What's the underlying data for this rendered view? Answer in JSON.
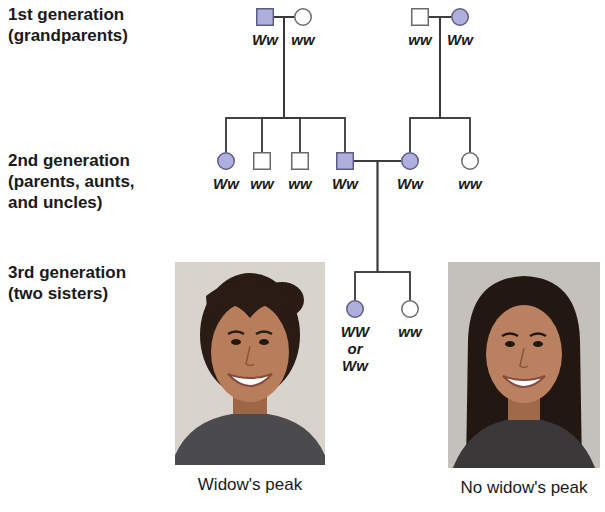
{
  "diagram": {
    "nodes": [
      {
        "text": [
          "Ww"
        ]
      },
      {
        "text": [
          "ww"
        ]
      },
      {
        "text": [
          "ww"
        ]
      },
      {
        "text": [
          "Ww"
        ]
      },
      {
        "text": [
          "Ww"
        ]
      },
      {
        "text": [
          "ww"
        ]
      },
      {
        "text": [
          "ww"
        ]
      },
      {
        "text": [
          "Ww"
        ]
      },
      {
        "text": [
          "Ww"
        ]
      },
      {
        "text": [
          "ww"
        ]
      },
      {
        "text": [
          "WW or Ww"
        ]
      },
      {
        "text": [
          "ww"
        ]
      }
    ],
    "edges": [
      {
        "from": 0,
        "to": 1,
        "arrow": "none"
      },
      {
        "from": 0,
        "to": 4,
        "arrow": "none"
      },
      {
        "from": 0,
        "to": 5,
        "arrow": "none"
      },
      {
        "from": 0,
        "to": 6,
        "arrow": "none"
      },
      {
        "from": 0,
        "to": 7,
        "arrow": "none"
      },
      {
        "from": 1,
        "to": 4,
        "arrow": "none"
      },
      {
        "from": 1,
        "to": 5,
        "arrow": "none"
      },
      {
        "from": 1,
        "to": 6,
        "arrow": "none"
      },
      {
        "from": 1,
        "to": 7,
        "arrow": "none"
      },
      {
        "from": 2,
        "to": 3,
        "arrow": "none"
      },
      {
        "from": 2,
        "to": 8,
        "arrow": "none"
      },
      {
        "from": 2,
        "to": 9,
        "arrow": "none"
      },
      {
        "from": 3,
        "to": 8,
        "arrow": "none"
      },
      {
        "from": 3,
        "to": 9,
        "arrow": "none"
      },
      {
        "from": 7,
        "to": 8,
        "arrow": "none"
      },
      {
        "from": 7,
        "to": 10,
        "arrow": "none"
      },
      {
        "from": 7,
        "to": 11,
        "arrow": "none"
      },
      {
        "from": 8,
        "to": 10,
        "arrow": "none"
      },
      {
        "from": 8,
        "to": 11,
        "arrow": "none"
      }
    ],
    "labels": [
      "1st generation (grandparents)",
      "2nd generation (parents, aunts, and uncles)",
      "3rd generation (two sisters)",
      "Widow's peak",
      "No widow's peak"
    ]
  }
}
